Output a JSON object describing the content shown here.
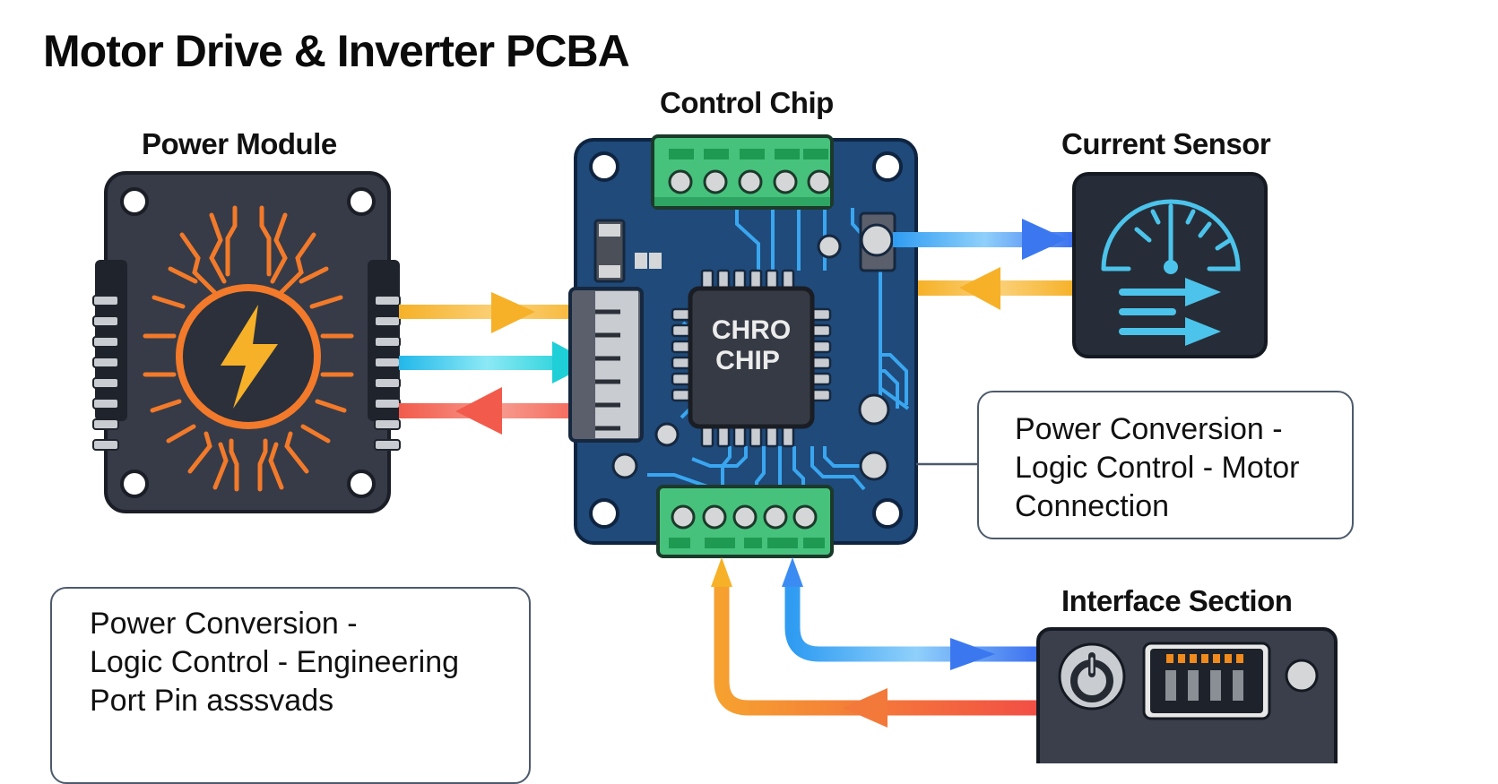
{
  "title": "Motor Drive & Inverter PCBA",
  "components": {
    "power_module": {
      "label": "Power Module"
    },
    "control_chip": {
      "label": "Control Chip",
      "chip_text_line1": "CHRO",
      "chip_text_line2": "CHIP"
    },
    "current_sensor": {
      "label": "Current Sensor"
    },
    "interface_section": {
      "label": "Interface Section"
    }
  },
  "notes": {
    "right": {
      "lines": [
        "Power Conversion -",
        "Logic Control - Motor",
        "Connection"
      ]
    },
    "bottom_left": {
      "lines": [
        "Power Conversion -",
        "Logic Control - Engineering",
        "Port Pin asssvads"
      ]
    }
  },
  "flows": [
    {
      "from": "power_module",
      "to": "control_chip",
      "direction": "right",
      "color": "#f6b128"
    },
    {
      "from": "power_module",
      "to": "control_chip",
      "direction": "right",
      "color": "#22c6e0"
    },
    {
      "from": "control_chip",
      "to": "power_module",
      "direction": "left",
      "color": "#f25b4b"
    },
    {
      "from": "control_chip",
      "to": "current_sensor",
      "direction": "right",
      "color": "#3b8cf2"
    },
    {
      "from": "current_sensor",
      "to": "control_chip",
      "direction": "left",
      "color": "#f6b128"
    },
    {
      "from": "interface_section",
      "to": "control_chip",
      "direction": "up",
      "color": "#3b8cf2"
    },
    {
      "from": "interface_section",
      "to": "control_chip",
      "direction": "up",
      "color": "#f6b128"
    }
  ],
  "colors": {
    "pcb": "#1f4a7a",
    "module_dark": "#363b47",
    "terminal_green": "#3dbd73",
    "accent_orange": "#f27a2a",
    "trace_blue": "#3aa6f0",
    "gauge_cyan": "#4cc3ea"
  }
}
